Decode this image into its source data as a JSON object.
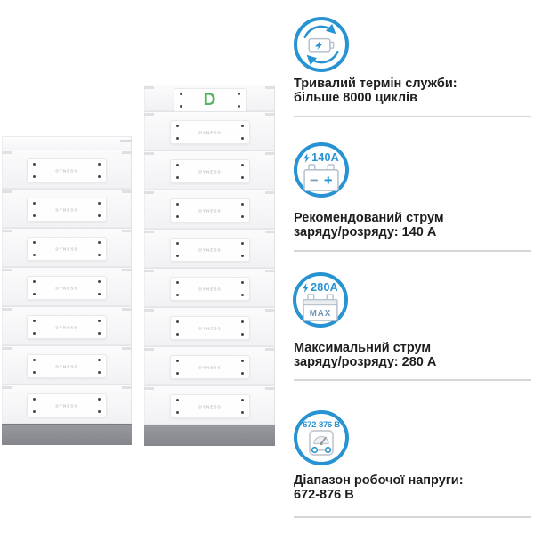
{
  "product": {
    "logo_letter": "D",
    "module_label": "DYNESS",
    "towers": [
      {
        "name": "left-tower",
        "modules": 7,
        "top_cap": true,
        "logo_top": false
      },
      {
        "name": "right-tower",
        "modules": 8,
        "top_cap": false,
        "logo_top": true
      }
    ]
  },
  "features": [
    {
      "icon": "battery-cycle-icon",
      "lines": [
        "Тривалий термін служби:",
        "більше 8000 циклів"
      ]
    },
    {
      "icon": "battery-current-icon",
      "badge": "140A",
      "lines": [
        "Рекомендований струм",
        "заряду/розряду: 140 А"
      ]
    },
    {
      "icon": "battery-max-current-icon",
      "badge": "280A",
      "battery_text": "MAX",
      "lines": [
        "Максимальний струм",
        "заряду/розряду: 280 А"
      ]
    },
    {
      "icon": "voltage-range-icon",
      "badge": "672-876 В",
      "lines": [
        "Діапазон робочої напруги:",
        "672-876 В"
      ]
    }
  ],
  "colors": {
    "accent_blue": "#2793d2",
    "icon_outline_gray": "#b7c2cd",
    "logo_green": "#56b55f",
    "base_gray": "#8b8d92",
    "text_dark": "#1d1d1f",
    "divider_gray": "#d6d6d8",
    "max_label_blue": "#6d93b4"
  }
}
